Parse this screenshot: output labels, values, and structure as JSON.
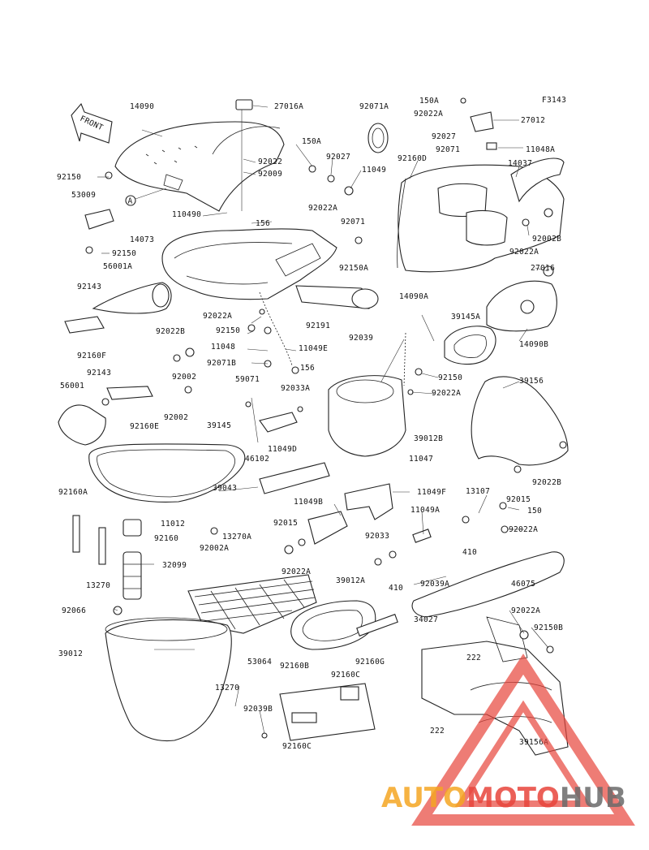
{
  "diagram": {
    "code": "F3143",
    "front_label": "FRONT",
    "callout_letter": "A",
    "labels": [
      "14090",
      "27016A",
      "92150",
      "53009",
      "92022",
      "92009",
      "110490",
      "156",
      "14073",
      "92150",
      "56001A",
      "92143",
      "92160F",
      "92022B",
      "92002",
      "92143",
      "56001",
      "92160E",
      "92002",
      "39145",
      "59071",
      "92022A",
      "92150",
      "11048",
      "92071B",
      "11049E",
      "156",
      "92033A",
      "11049D",
      "46102",
      "92071A",
      "150A",
      "92022A",
      "27012",
      "92027",
      "92071",
      "11048A",
      "150A",
      "92027",
      "11049",
      "92160D",
      "14037",
      "92022A",
      "92071",
      "92002B",
      "92150A",
      "92022A",
      "27016",
      "14090A",
      "92191",
      "39145A",
      "14090B",
      "92039",
      "92150",
      "92022A",
      "39156",
      "39012B",
      "11047",
      "92022B",
      "39043",
      "11049B",
      "11049F",
      "13107",
      "92015",
      "150",
      "92160A",
      "11012",
      "92160",
      "32099",
      "13270A",
      "92002A",
      "92015",
      "92022A",
      "92033",
      "11049A",
      "410",
      "92022A",
      "410",
      "92039A",
      "46075",
      "13270",
      "92066",
      "39012A",
      "34027",
      "92022A",
      "92150B",
      "39012",
      "53064",
      "92160B",
      "92160G",
      "222",
      "13270",
      "92039B",
      "92160C",
      "92160C",
      "222",
      "39156A"
    ]
  },
  "watermark": {
    "part1": "AUTO",
    "part2": "MOTO",
    "part3": "HUB"
  },
  "colors": {
    "ink": "#222222",
    "watermark_red": "#e8453c",
    "watermark_orange": "#f5a623",
    "watermark_gray": "#6b6b6b"
  }
}
